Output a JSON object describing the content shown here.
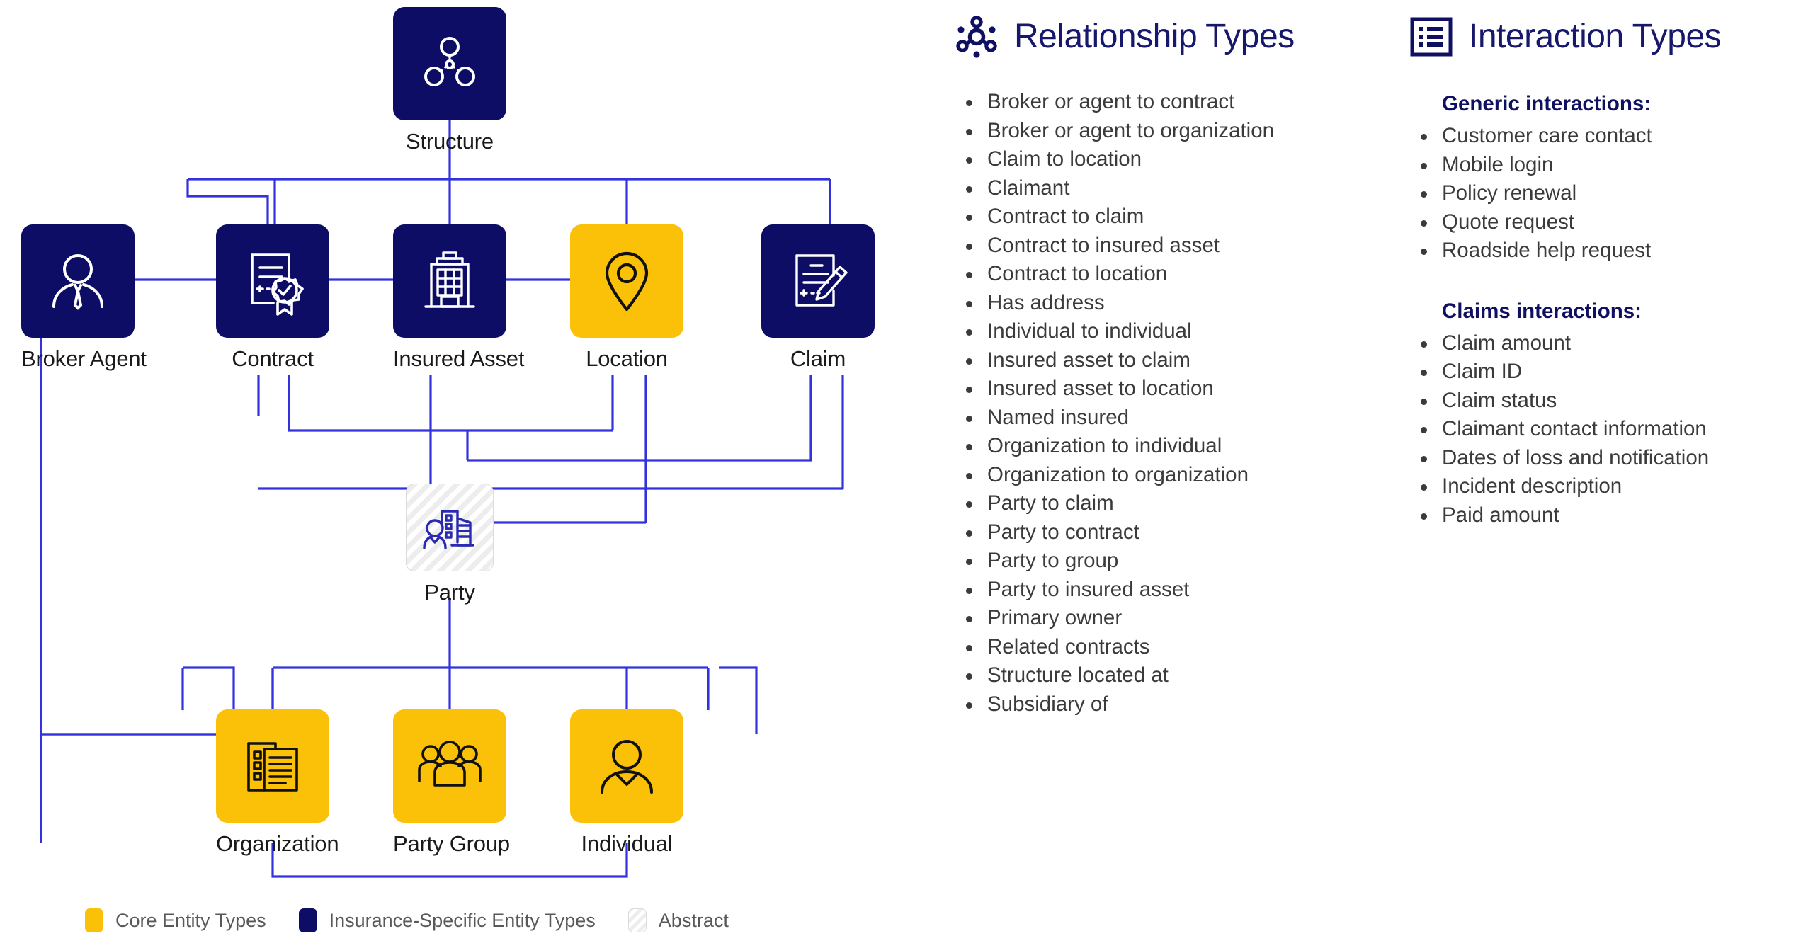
{
  "diagram": {
    "nodes": [
      {
        "id": "structure",
        "label": "Structure",
        "kind": "insurance",
        "icon": "structure-network-icon"
      },
      {
        "id": "broker-agent",
        "label": "Broker Agent",
        "kind": "insurance",
        "icon": "person-tie-icon"
      },
      {
        "id": "contract",
        "label": "Contract",
        "kind": "insurance",
        "icon": "document-seal-icon"
      },
      {
        "id": "insured-asset",
        "label": "Insured Asset",
        "kind": "insurance",
        "icon": "office-building-icon"
      },
      {
        "id": "location",
        "label": "Location",
        "kind": "core",
        "icon": "map-pin-icon"
      },
      {
        "id": "claim",
        "label": "Claim",
        "kind": "insurance",
        "icon": "document-pencil-icon"
      },
      {
        "id": "party",
        "label": "Party",
        "kind": "abstract",
        "icon": "person-building-icon"
      },
      {
        "id": "organization",
        "label": "Organization",
        "kind": "core",
        "icon": "building-document-icon"
      },
      {
        "id": "party-group",
        "label": "Party Group",
        "kind": "core",
        "icon": "people-group-icon"
      },
      {
        "id": "individual",
        "label": "Individual",
        "kind": "core",
        "icon": "person-icon"
      }
    ]
  },
  "legend": {
    "items": [
      {
        "swatch": "core",
        "label": "Core Entity Types"
      },
      {
        "swatch": "insurance",
        "label": "Insurance-Specific Entity Types"
      },
      {
        "swatch": "abstract",
        "label": "Abstract"
      }
    ]
  },
  "relationship_types": {
    "title": "Relationship Types",
    "icon": "network-nodes-icon",
    "items": [
      "Broker or agent to contract",
      "Broker or agent to organization",
      "Claim to location",
      "Claimant",
      "Contract to claim",
      "Contract to insured asset",
      "Contract to location",
      "Has address",
      "Individual to individual",
      "Insured asset to claim",
      "Insured asset to location",
      "Named insured",
      "Organization to individual",
      "Organization to organization",
      "Party to claim",
      "Party to contract",
      "Party to group",
      "Party to insured asset",
      "Primary owner",
      "Related contracts",
      "Structure located at",
      "Subsidiary of"
    ]
  },
  "interaction_types": {
    "title": "Interaction Types",
    "icon": "list-box-icon",
    "generic_heading": "Generic interactions:",
    "generic_items": [
      "Customer care contact",
      "Mobile login",
      "Policy renewal",
      "Quote request",
      "Roadside help request"
    ],
    "claims_heading": "Claims interactions:",
    "claims_items": [
      "Claim amount",
      "Claim ID",
      "Claim status",
      "Claimant contact information",
      "Dates of loss and notification",
      "Incident description",
      "Paid amount"
    ]
  },
  "colors": {
    "core": "#fbc108",
    "insurance": "#0d0d66",
    "abstract": "#ededed",
    "connector": "#3333dd",
    "heading": "#17176b"
  }
}
